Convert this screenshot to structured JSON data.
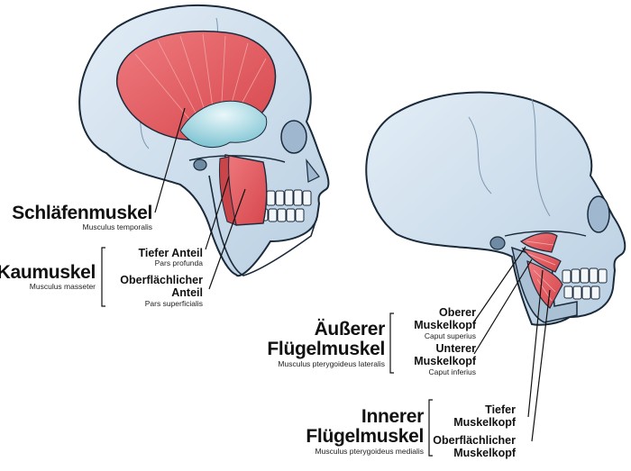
{
  "colors": {
    "bone": "#cfdeeb",
    "bone_shade": "#a9c1d6",
    "outline": "#1a2a3a",
    "muscle": "#e0575c",
    "muscle_light": "#f09a9a",
    "tendon": "#8fd0dc",
    "teeth": "#f4f7fa"
  },
  "left_skull": {
    "temporalis": {
      "de": "Schläfenmuskel",
      "lat": "Musculus temporalis"
    },
    "masseter": {
      "de": "Kaumuskel",
      "lat": "Musculus masseter",
      "deep": {
        "de": "Tiefer Anteil",
        "lat": "Pars profunda"
      },
      "superficial": {
        "de_line1": "Oberflächlicher",
        "de_line2": "Anteil",
        "lat": "Pars superficialis"
      }
    }
  },
  "right_skull": {
    "lateral_pterygoid": {
      "de_line1": "Äußerer",
      "de_line2": "Flügelmuskel",
      "lat": "Musculus pterygoideus lateralis",
      "upper": {
        "de_line1": "Oberer",
        "de_line2": "Muskelkopf",
        "lat": "Caput superius"
      },
      "lower": {
        "de_line1": "Unterer",
        "de_line2": "Muskelkopf",
        "lat": "Caput inferius"
      }
    },
    "medial_pterygoid": {
      "de_line1": "Innerer",
      "de_line2": "Flügelmuskel",
      "lat": "Musculus pterygoideus medialis",
      "deep": {
        "de_line1": "Tiefer",
        "de_line2": "Muskelkopf"
      },
      "superficial": {
        "de_line1": "Oberflächlicher",
        "de_line2": "Muskelkopf"
      }
    }
  }
}
